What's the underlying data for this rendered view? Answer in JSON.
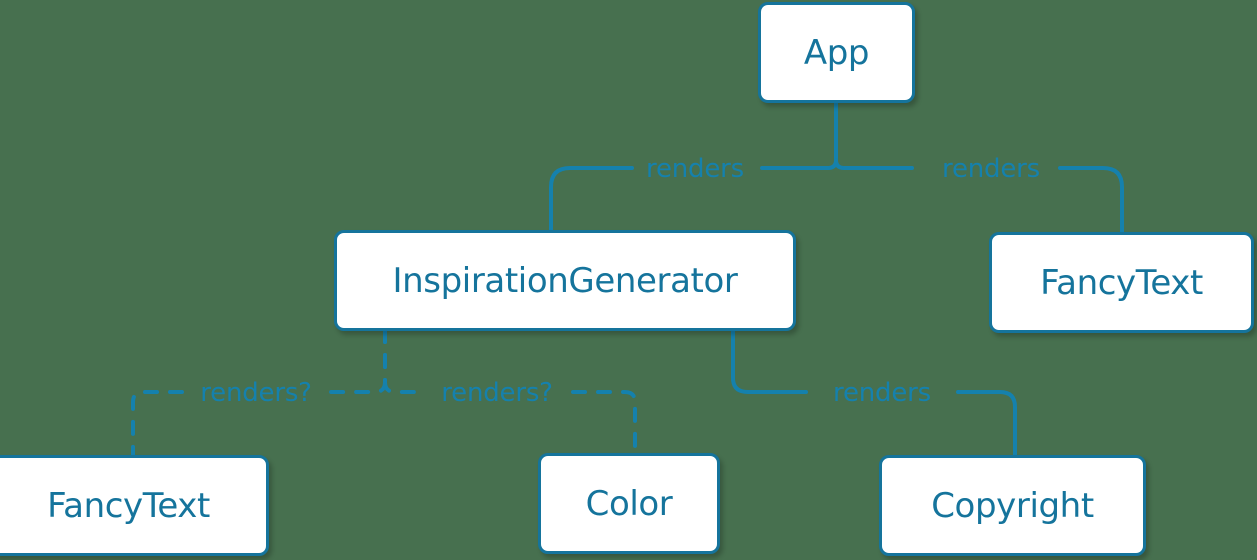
{
  "diagram": {
    "type": "component-render-tree",
    "background_color": "#47704f",
    "node_fill": "#ffffff",
    "node_border_color": "#15749c",
    "text_color": "#15749c",
    "edge_color": "#1581ad",
    "nodes": [
      {
        "id": "app",
        "label": "App"
      },
      {
        "id": "inspiration-generator",
        "label": "InspirationGenerator"
      },
      {
        "id": "fancytext-right",
        "label": "FancyText"
      },
      {
        "id": "fancytext-bottom",
        "label": "FancyText"
      },
      {
        "id": "color",
        "label": "Color"
      },
      {
        "id": "copyright",
        "label": "Copyright"
      }
    ],
    "edges": [
      {
        "id": "app-inspiration",
        "from": "app",
        "to": "inspiration-generator",
        "label": "renders",
        "style": "solid"
      },
      {
        "id": "app-fancytext",
        "from": "app",
        "to": "fancytext-right",
        "label": "renders",
        "style": "solid"
      },
      {
        "id": "inspiration-fancytext",
        "from": "inspiration-generator",
        "to": "fancytext-bottom",
        "label": "renders?",
        "style": "dashed"
      },
      {
        "id": "inspiration-color",
        "from": "inspiration-generator",
        "to": "color",
        "label": "renders?",
        "style": "dashed"
      },
      {
        "id": "inspiration-copyright",
        "from": "inspiration-generator",
        "to": "copyright",
        "label": "renders",
        "style": "solid"
      }
    ]
  }
}
